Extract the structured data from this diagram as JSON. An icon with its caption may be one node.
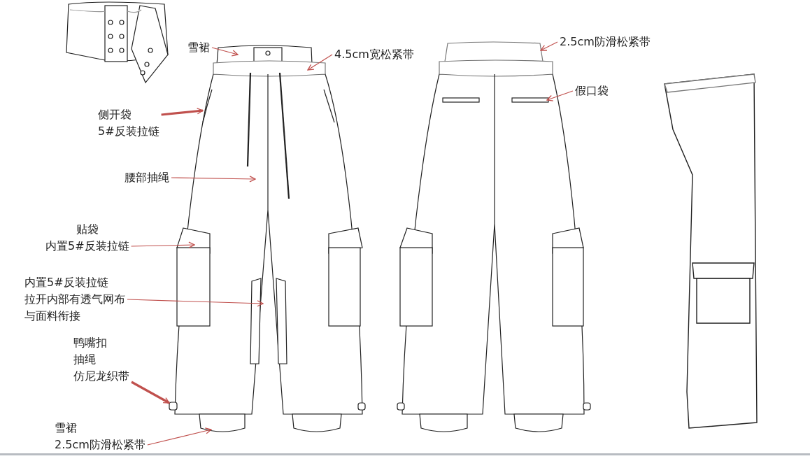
{
  "diagram": {
    "nodes": [
      {
        "text": [
          "雪裙"
        ]
      },
      {
        "text": [
          "4.5cm宽松紧带"
        ]
      },
      {
        "text": [
          "2.5cm防滑松紧带"
        ]
      },
      {
        "text": [
          "假口袋"
        ]
      },
      {
        "text": [
          "侧开袋",
          "5#反装拉链"
        ]
      },
      {
        "text": [
          "腰部抽绳"
        ]
      },
      {
        "text": [
          "贴袋",
          "内置5#反装拉链"
        ]
      },
      {
        "text": [
          "内置5#反装拉链",
          "拉开内部有透气网布",
          "与面料衔接"
        ]
      },
      {
        "text": [
          "鸭嘴扣",
          "抽绳",
          "仿尼龙织带"
        ]
      },
      {
        "text": [
          "雪裙",
          "2.5cm防滑松紧带"
        ]
      },
      {
        "text": [],
        "shape": "box"
      }
    ],
    "edges": [
      {
        "from": 0,
        "to": null,
        "arrow": "to"
      },
      {
        "from": 1,
        "to": null,
        "arrow": "to"
      },
      {
        "from": 2,
        "to": null,
        "arrow": "to"
      },
      {
        "from": 3,
        "to": null,
        "arrow": "to"
      },
      {
        "from": 4,
        "to": null,
        "arrow": "to",
        "style": "thick"
      },
      {
        "from": 5,
        "to": null,
        "arrow": "to"
      },
      {
        "from": 6,
        "to": null,
        "arrow": "to"
      },
      {
        "from": 7,
        "to": null,
        "arrow": "to"
      },
      {
        "from": 8,
        "to": 10,
        "arrow": "to",
        "style": "thick"
      },
      {
        "from": 9,
        "to": null,
        "arrow": "to"
      }
    ]
  }
}
